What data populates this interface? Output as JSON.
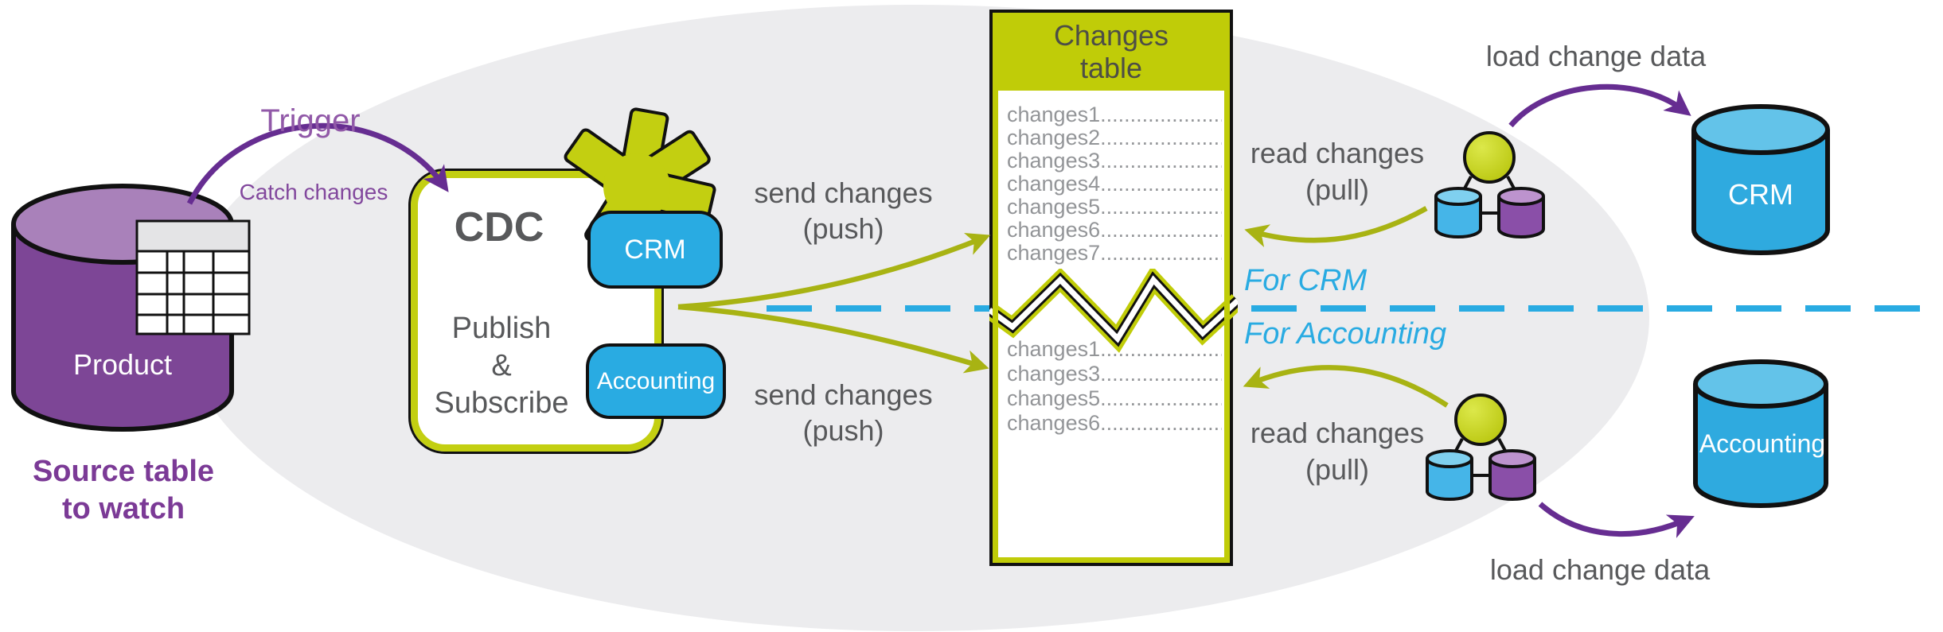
{
  "diagram": {
    "source": {
      "db_label": "Product",
      "caption_line1": "Source table",
      "caption_line2": "to watch"
    },
    "trigger": {
      "label": "Trigger",
      "sublabel": "Catch changes"
    },
    "cdc": {
      "title": "CDC",
      "line1": "Publish",
      "line2": "&",
      "line3": "Subscribe",
      "subscriber_crm": "CRM",
      "subscriber_accounting": "Accounting"
    },
    "send_crm": {
      "line1": "send changes",
      "line2": "(push)"
    },
    "send_accounting": {
      "line1": "send changes",
      "line2": "(push)"
    },
    "changes_table": {
      "title_line1": "Changes",
      "title_line2": "table",
      "rows_crm": [
        "changes1.......................",
        "changes2.......................",
        "changes3.......................",
        "changes4.......................",
        "changes5.......................",
        "changes6.......................",
        "changes7......................."
      ],
      "rows_accounting": [
        "changes1.......................",
        "changes3.......................",
        "changes5.......................",
        "changes6......................."
      ]
    },
    "lanes": {
      "crm": "For CRM",
      "accounting": "For Accounting"
    },
    "read_crm": {
      "line1": "read changes",
      "line2": "(pull)"
    },
    "read_accounting": {
      "line1": "read changes",
      "line2": "(pull)"
    },
    "load_crm": "load change data",
    "load_accounting": "load change data",
    "targets": {
      "crm": "CRM",
      "accounting": "Accounting"
    },
    "colors": {
      "olive": "#c0cc08",
      "olive_arrow": "#a8b313",
      "purple_arrow": "#662d91",
      "purple_db": "#7d4696",
      "blue": "#29abe2",
      "text_gray": "#58595b",
      "row_gray": "#939598"
    }
  }
}
